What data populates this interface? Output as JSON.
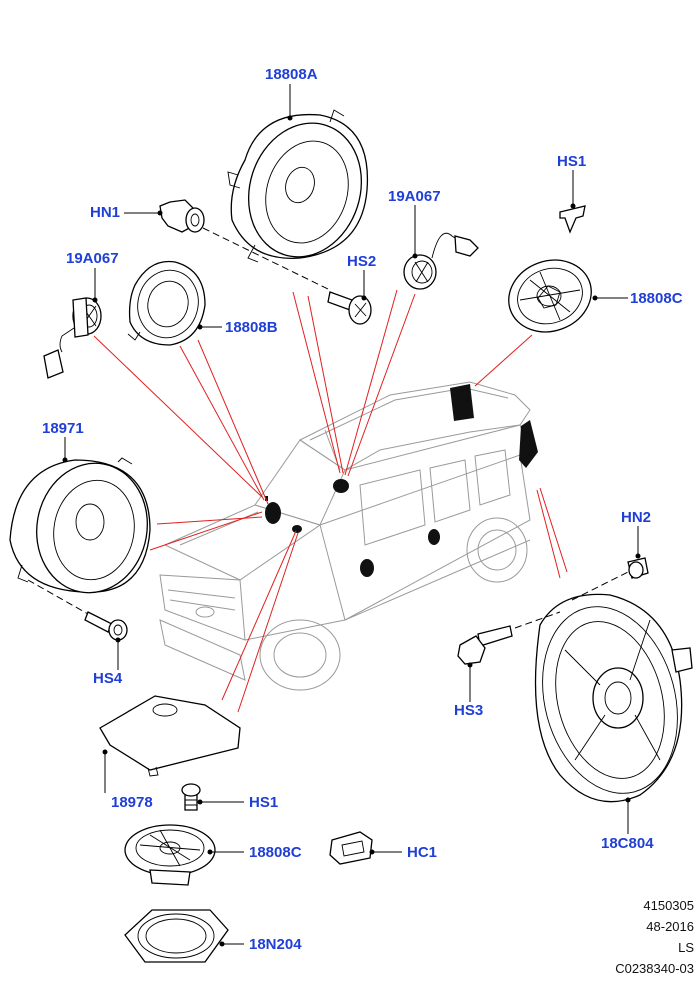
{
  "callouts": {
    "c18808A": "18808A",
    "cHN1": "HN1",
    "c19A067_top": "19A067",
    "cHS1_top": "HS1",
    "c19A067_left": "19A067",
    "cHS2": "HS2",
    "c18808B": "18808B",
    "c18808C_right": "18808C",
    "c18971": "18971",
    "cHN2": "HN2",
    "cHS4": "HS4",
    "cHS3": "HS3",
    "c18978": "18978",
    "cHS1_bottom": "HS1",
    "c18808C_bottom": "18808C",
    "cHC1": "HC1",
    "c18C804": "18C804",
    "c18N204": "18N204"
  },
  "reference": {
    "line1": "4150305",
    "line2": "48-2016",
    "line3": "LS",
    "line4": "C0238340-03"
  },
  "colors": {
    "callout_text": "#1f3fd6",
    "leader_line": "#000000",
    "locator_line": "#e02020",
    "vehicle_outline": "#9a9a9a"
  }
}
